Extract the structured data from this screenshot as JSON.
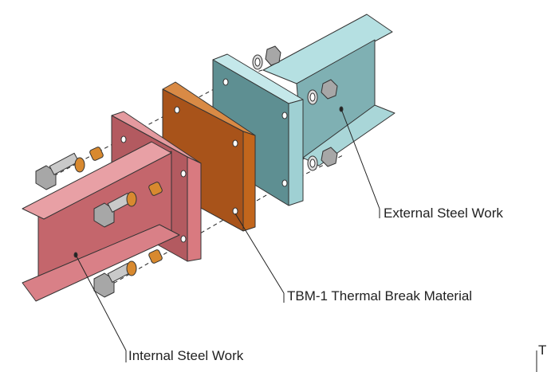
{
  "labels": {
    "external": "External Steel Work",
    "thermal_break": "TBM-1 Thermal Break Material",
    "internal": "Internal Steel Work",
    "cut_off": "Tl"
  },
  "colors": {
    "external_steel": "#9fd0d3",
    "thermal_break": "#c2661c",
    "internal_steel": "#d97a80",
    "bolt": "#a7a7a7"
  }
}
